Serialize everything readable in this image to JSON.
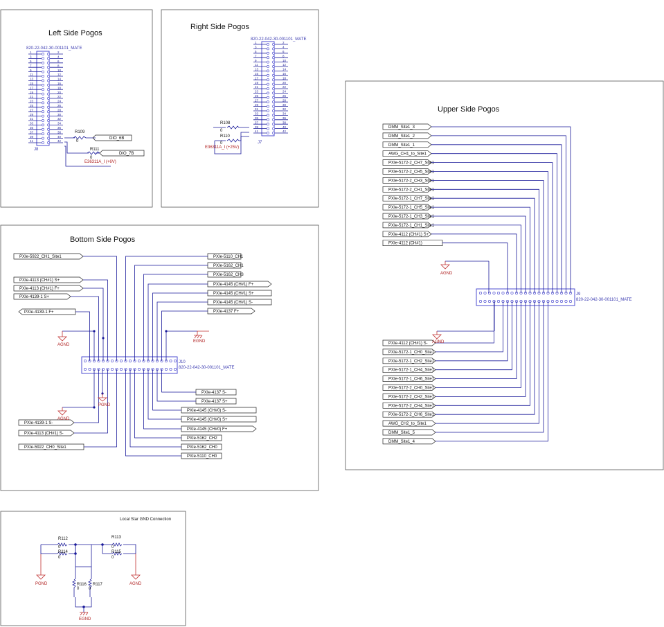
{
  "left": {
    "title": "Left Side Pogos",
    "part": "820-22-042-30-001101_MATE",
    "ref": "J8",
    "odd_pins": [
      "1",
      "3",
      "5",
      "7",
      "9",
      "11",
      "13",
      "15",
      "17",
      "19",
      "21",
      "23",
      "25",
      "27",
      "29",
      "31",
      "33",
      "35",
      "37",
      "39",
      "41"
    ],
    "even_pins": [
      "2",
      "4",
      "6",
      "8",
      "10",
      "12",
      "14",
      "16",
      "18",
      "20",
      "22",
      "24",
      "26",
      "28",
      "30",
      "32",
      "34",
      "36",
      "38",
      "40",
      "42"
    ],
    "r1_name": "R109",
    "r1_val": "0",
    "r1_net": "DIO_6B",
    "r2_name": "R111",
    "r2_val": "0",
    "r2_net": "DIO_7B",
    "bottom_net": "E36311A_I (+6V)"
  },
  "right": {
    "title": "Right Side Pogos",
    "part": "820-22-042-30-001101_MATE",
    "ref": "J7",
    "r1_name": "R108",
    "r1_val": "0",
    "r2_name": "R110",
    "r2_val": "0",
    "bottom_net": "E36311A_I (+25V)"
  },
  "bottom": {
    "title": "Bottom Side Pogos",
    "ref": "J10",
    "part": "820-22-042-30-001101_MATE",
    "left_top_nets": [
      "PXIe-5922_CH1_Site1",
      "PXIe-4113 (CH#1) S+",
      "PXIe-4113 (CH#1) F+",
      "PXIe-4139-1 S+",
      "PXIe-4139-1 F+"
    ],
    "right_top_nets": [
      "PXIe-5110_CH1",
      "PXIe-5162_CH1",
      "PXIe-5162_CH3",
      "PXIe-4145 (CH#1) F+",
      "PXIe-4145 (CH#1) S+",
      "PXIe-4145 (CH#1) S-",
      "PXIe-4137 F+"
    ],
    "left_bottom_nets": [
      "PXIe-4139-1 S-",
      "PXIe-4113 (CH#1) S-",
      "PXIe-5922_CH0_Site1"
    ],
    "right_bottom_nets": [
      "PXIe-4137 S-",
      "PXIe-4137 S+",
      "PXIe-4145 (CH#0) S-",
      "PXIe-4145 (CH#0) S+",
      "PXIe-4145 (CH#0) F+",
      "PXIe-5162_CH2",
      "PXIe-5162_CH0",
      "PXIe-5110_CH0"
    ],
    "agnd": "AGND",
    "egnd": "EGND",
    "pgnd": "PGND"
  },
  "upper": {
    "title": "Upper Side Pogos",
    "ref": "J9",
    "part": "820-22-042-30-001101_MATE",
    "top_nets": [
      "DMM_Site1_3",
      "DMM_Site1_2",
      "DMM_Site1_1",
      "AWG_CH1_to_Site1",
      "PXIe-5172-2_CH7_Site1",
      "PXIe-5172-2_CH5_Site1",
      "PXIe-5172-2_CH3_Site1",
      "PXIe-5172-2_CH1_Site1",
      "PXIe-5172-1_CH7_Site1",
      "PXIe-5172-1_CH5_Site1",
      "PXIe-5172-1_CH3_Site1",
      "PXIe-5172-1_CH1_Site1",
      "PXIe-4112 (CH#1) S+",
      "PXIe-4112 (CH#1)"
    ],
    "bottom_nets": [
      "PXIe-4112 (CH#1) S-",
      "PXIe-5172-1_CH0_Site1",
      "PXIe-5172-1_CH2_Site1",
      "PXIe-5172-1_CH4_Site1",
      "PXIe-5172-1_CH6_Site1",
      "PXIe-5172-2_CH0_Site1",
      "PXIe-5172-2_CH2_Site1",
      "PXIe-5172-2_CH4_Site1",
      "PXIe-5172-2_CH6_Site1",
      "AWG_CH2_to_Site1",
      "DMM_Site1_5",
      "DMM_Site1_4"
    ],
    "agnd": "AGND"
  },
  "gnd": {
    "title": "Local Star GND Connection",
    "r112": "R112",
    "r113": "R113",
    "r114": "R114",
    "r115": "R115",
    "r116": "R116",
    "r117": "R117",
    "val": "0",
    "pgnd": "PGND",
    "agnd": "AGND",
    "egnd": "EGND"
  }
}
